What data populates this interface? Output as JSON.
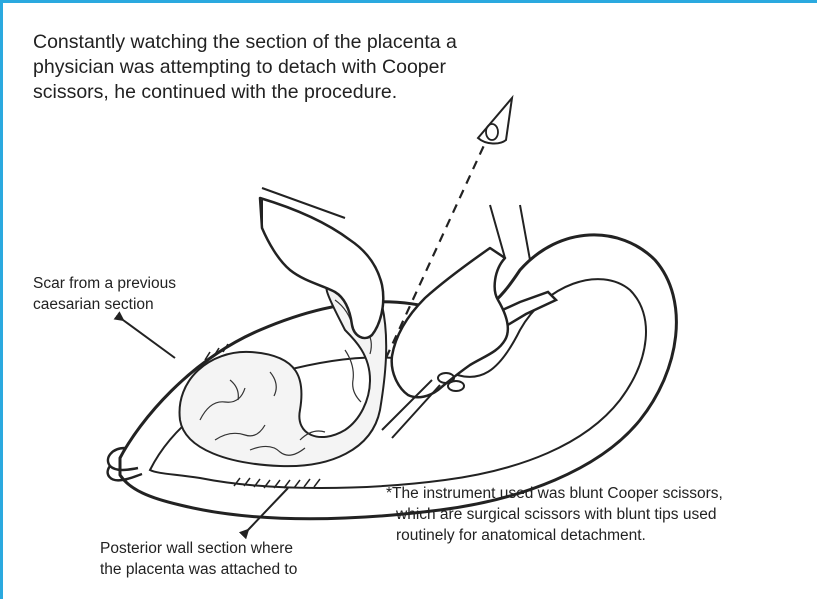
{
  "caption": {
    "lines": [
      "Constantly watching the section of the placenta a",
      "physician was attempting to detach with Cooper",
      "scissors, he continued with the procedure."
    ]
  },
  "labels": {
    "scar": [
      "Scar from a previous",
      "caesarian section"
    ],
    "posterior": [
      "Posterior wall section where",
      "the placenta was attached to"
    ],
    "note": [
      "*The instrument used was blunt Cooper scissors,",
      "which are surgical scissors with blunt tips used",
      "routinely for anatomical detachment."
    ]
  },
  "colors": {
    "frame": "#2aa9df",
    "ink": "#222222"
  }
}
